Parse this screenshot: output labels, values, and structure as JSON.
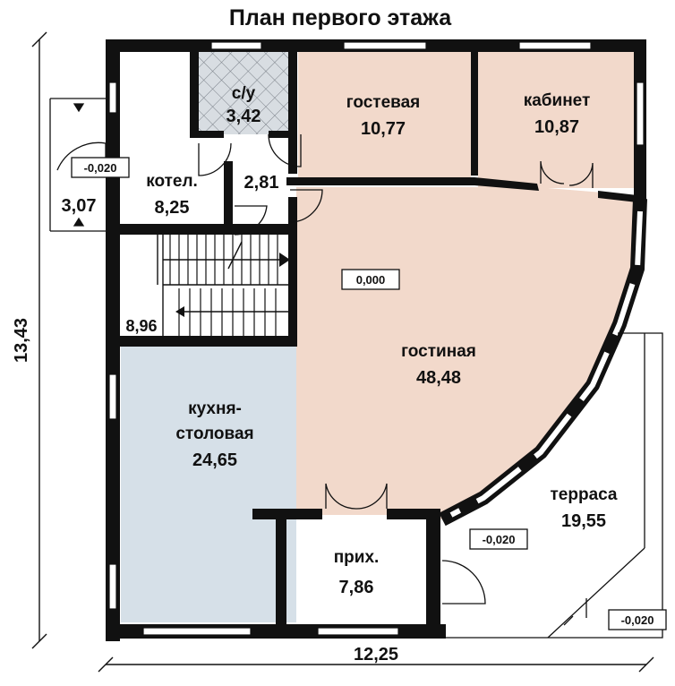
{
  "title": "План первого этажа",
  "rooms": {
    "su": {
      "name": "с/у",
      "area": "3,42"
    },
    "guest": {
      "name": "гостевая",
      "area": "10,77"
    },
    "office": {
      "name": "кабинет",
      "area": "10,87"
    },
    "boiler": {
      "name": "котел.",
      "area": "8,25"
    },
    "hall": {
      "area": "2,81"
    },
    "stairs": {
      "area": "8,96"
    },
    "porch": {
      "area": "3,07"
    },
    "living": {
      "name": "гостиная",
      "area": "48,48"
    },
    "kitchen": {
      "name_line1": "кухня-",
      "name_line2": "столовая",
      "area": "24,65"
    },
    "entry": {
      "name": "прих.",
      "area": "7,86"
    },
    "terrace": {
      "name": "терраса",
      "area": "19,55"
    }
  },
  "levels": {
    "porch": "-0,020",
    "living": "0,000",
    "terrace": "-0,020",
    "outside": "-0,020"
  },
  "dimensions": {
    "height": "13,43",
    "width": "12,25"
  },
  "colors": {
    "living": "#f2d9cb",
    "kitchen": "#d6e0e8",
    "bathroom_tile": "#d8dde2",
    "wall": "#111111"
  }
}
